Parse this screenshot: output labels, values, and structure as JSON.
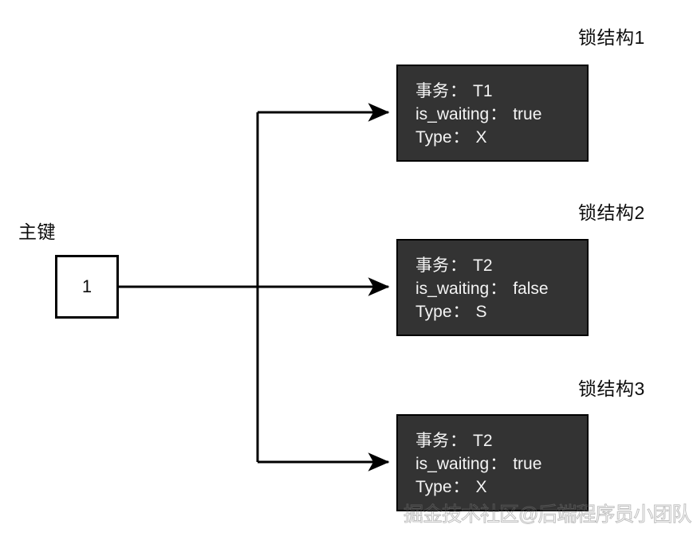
{
  "diagram": {
    "primary_key": {
      "label": "主键",
      "cell_value": "1"
    },
    "captions": [
      "锁结构1",
      "锁结构2",
      "锁结构3"
    ],
    "lock_structures": [
      {
        "transaction_key": "事务",
        "transaction_sep": "：",
        "transaction_value": "T1",
        "waiting_key": "is_waiting",
        "waiting_sep": "：",
        "waiting_value": "true",
        "type_key": "Type",
        "type_sep": "：",
        "type_value": "X"
      },
      {
        "transaction_key": "事务",
        "transaction_sep": "：",
        "transaction_value": "T2",
        "waiting_key": "is_waiting",
        "waiting_sep": "：",
        "waiting_value": "false",
        "type_key": "Type",
        "type_sep": "：",
        "type_value": "S"
      },
      {
        "transaction_key": "事务",
        "transaction_sep": "：",
        "transaction_value": "T2",
        "waiting_key": "is_waiting",
        "waiting_sep": "：",
        "waiting_value": "true",
        "type_key": "Type",
        "type_sep": "：",
        "type_value": "X"
      }
    ],
    "watermark": "掘金技术社区@后端程序员小团队",
    "colors": {
      "box_fill": "#333333",
      "box_border": "#000000",
      "box_text": "#f4f4f4",
      "line": "#000000",
      "page_text": "#0d0d0d",
      "background": "#ffffff"
    }
  }
}
